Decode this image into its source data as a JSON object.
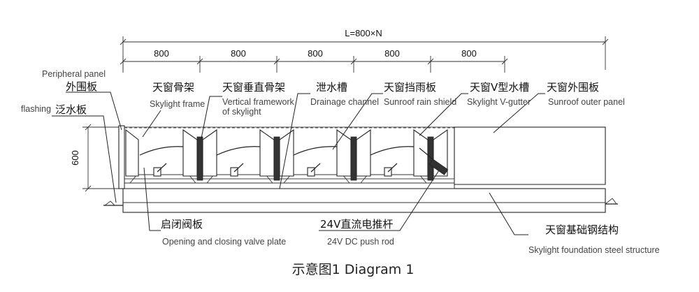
{
  "dimensions": {
    "total": "L=800×N",
    "segments": [
      "800",
      "800",
      "800",
      "800",
      "800"
    ],
    "height": "600"
  },
  "labels": {
    "peripheral_panel_en": "Peripheral panel",
    "peripheral_panel_zh": "外围板",
    "flashing_en": "flashing",
    "flashing_zh": "泛水板",
    "skylight_frame_zh": "天窗骨架",
    "skylight_frame_en": "Skylight frame",
    "vertical_framework_zh": "天窗垂直骨架",
    "vertical_framework_en_1": "Vertical framework",
    "vertical_framework_en_2": "of skylight",
    "drainage_channel_zh": "泄水槽",
    "drainage_channel_en": "Drainage channel",
    "rain_shield_zh": "天窗挡雨板",
    "rain_shield_en": "Sunroof rain shield",
    "v_gutter_zh": "天窗V型水槽",
    "v_gutter_en": "Skylight V-gutter",
    "outer_panel_zh": "天窗外围板",
    "outer_panel_en": "Sunroof outer panel",
    "valve_plate_zh": "启闭阀板",
    "valve_plate_en": "Opening and closing valve plate",
    "push_rod_zh": "24V直流电推杆",
    "push_rod_en": "24V DC push rod",
    "foundation_zh": "天窗基础钢结构",
    "foundation_en": "Skylight foundation steel structure"
  },
  "caption": "示意图1  Diagram 1"
}
